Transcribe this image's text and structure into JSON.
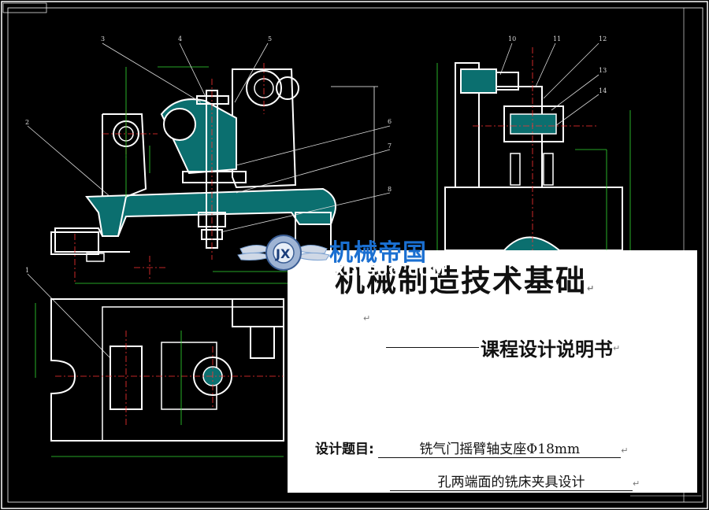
{
  "drawing": {
    "part_callouts": [
      "1",
      "2",
      "3",
      "4",
      "5",
      "6",
      "7",
      "8",
      "10",
      "11",
      "12",
      "13",
      "14"
    ]
  },
  "watermark": {
    "brand": "机械帝国",
    "domain": "JXDIGUO.COM",
    "emblem_icon": "gear-wings-icon"
  },
  "cover": {
    "title": "机械制造技术基础",
    "subtitle": "课程设计说明书",
    "topic_label": "设计题目:",
    "topic_line1": "铣气门摇臂轴支座Φ18mm",
    "topic_line2": "孔两端面的铣床夹具设计",
    "paragraph_mark": "↵"
  },
  "colors": {
    "background": "#000000",
    "line": "#ffffff",
    "hatch": "#00a0a0",
    "centerline": "#ff3333",
    "dimension": "#33dd33",
    "leader": "#dddddd",
    "logo_blue": "#1a6fd1"
  }
}
